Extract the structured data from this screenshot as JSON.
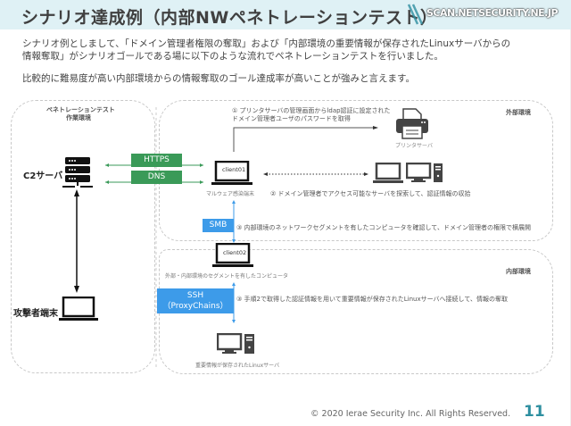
{
  "header": {
    "title": "シナリオ達成例（内部NWペネトレーションテスト）",
    "watermark": "SCAN.NETSECURITY.NE.JP"
  },
  "body": {
    "paragraph1_line1": "シナリオ例としまして、「ドメイン管理者権限の奪取」および「内部環境の重要情報が保存されたLinuxサーバからの",
    "paragraph1_line2": "情報奪取」がシナリオゴールである場に以下のような流れでペネトレーションテストを行いました。",
    "paragraph2": "比較的に難易度が高い内部環境からの情報奪取のゴール達成率が高いことが強みと言えます。"
  },
  "diagram": {
    "left_env_label_line1": "ペネトレーションテスト",
    "left_env_label_line2": "作業環境",
    "external_env_label": "外部環境",
    "internal_env_label": "内部環境",
    "c2_server_label": "C2サーバ",
    "attacker_label": "攻撃者端末",
    "protocols": {
      "https": "HTTPS",
      "dns": "DNS",
      "smb": "SMB",
      "ssh_line1": "SSH",
      "ssh_line2": "（ProxyChains）"
    },
    "client01_label": "client01",
    "client01_caption": "マルウェア感染端末",
    "client02_label": "client02",
    "client02_caption": "外部・内部環境のセグメントを有したコンピュータ",
    "printer_caption": "プリンタサーバ",
    "linux_caption": "重要情報が保存されたLinuxサーバ",
    "steps": {
      "step1_line1": "① プリンタサーバの管理画面からldap認証に設定された",
      "step1_line2": "ドメイン管理者ユーザのパスワードを取得",
      "step2": "② ドメイン管理者でアクセス可能なサーバを探索して、認証情報の収拾",
      "step3a": "③ 内部環境のネットワークセグメントを有したコンピュータを確認して、ドメイン管理者の権限で横展開",
      "step3b": "③ 手順2で取得した認証情報を用いて重要情報が保存されたLinuxサーバへ接続して、情報の奪取"
    },
    "colors": {
      "green": "#3a9a58",
      "blue": "#3d9be9",
      "teal": "#2e8fa0"
    }
  },
  "footer": {
    "copyright": "© 2020 Ierae Security Inc. All Rights Reserved.",
    "page_number": "11"
  }
}
